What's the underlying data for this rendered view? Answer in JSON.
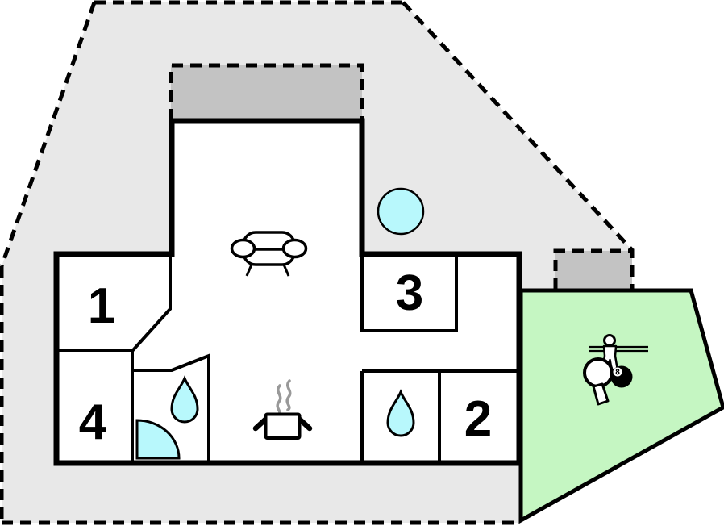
{
  "scene": {
    "type": "vacation-home-floor-plan",
    "description": "Floor plan with plot boundary, two terraces, four numbered rooms, living area, kitchen, bathroom and game lawn"
  },
  "colors": {
    "plot": "#e8e8e8",
    "terrace": "#c3c3c3",
    "lawn": "#c5f6c2",
    "water": "#b8f8fc",
    "wall": "#000000",
    "steam": "#999999",
    "background": "#ffffff"
  },
  "rooms": [
    {
      "label": "1"
    },
    {
      "label": "2"
    },
    {
      "label": "3"
    },
    {
      "label": "4"
    }
  ],
  "billiard_ball": {
    "label": "8"
  },
  "icons": [
    "sofa-icon",
    "hot-tub-icon",
    "cooking-pot-icon",
    "steam-icon",
    "bathroom-water-drop-icon",
    "shower-room-water-drop-icon",
    "door-swing-icon",
    "table-tennis-paddle-icon",
    "foosball-player-icon",
    "eight-ball-icon"
  ]
}
